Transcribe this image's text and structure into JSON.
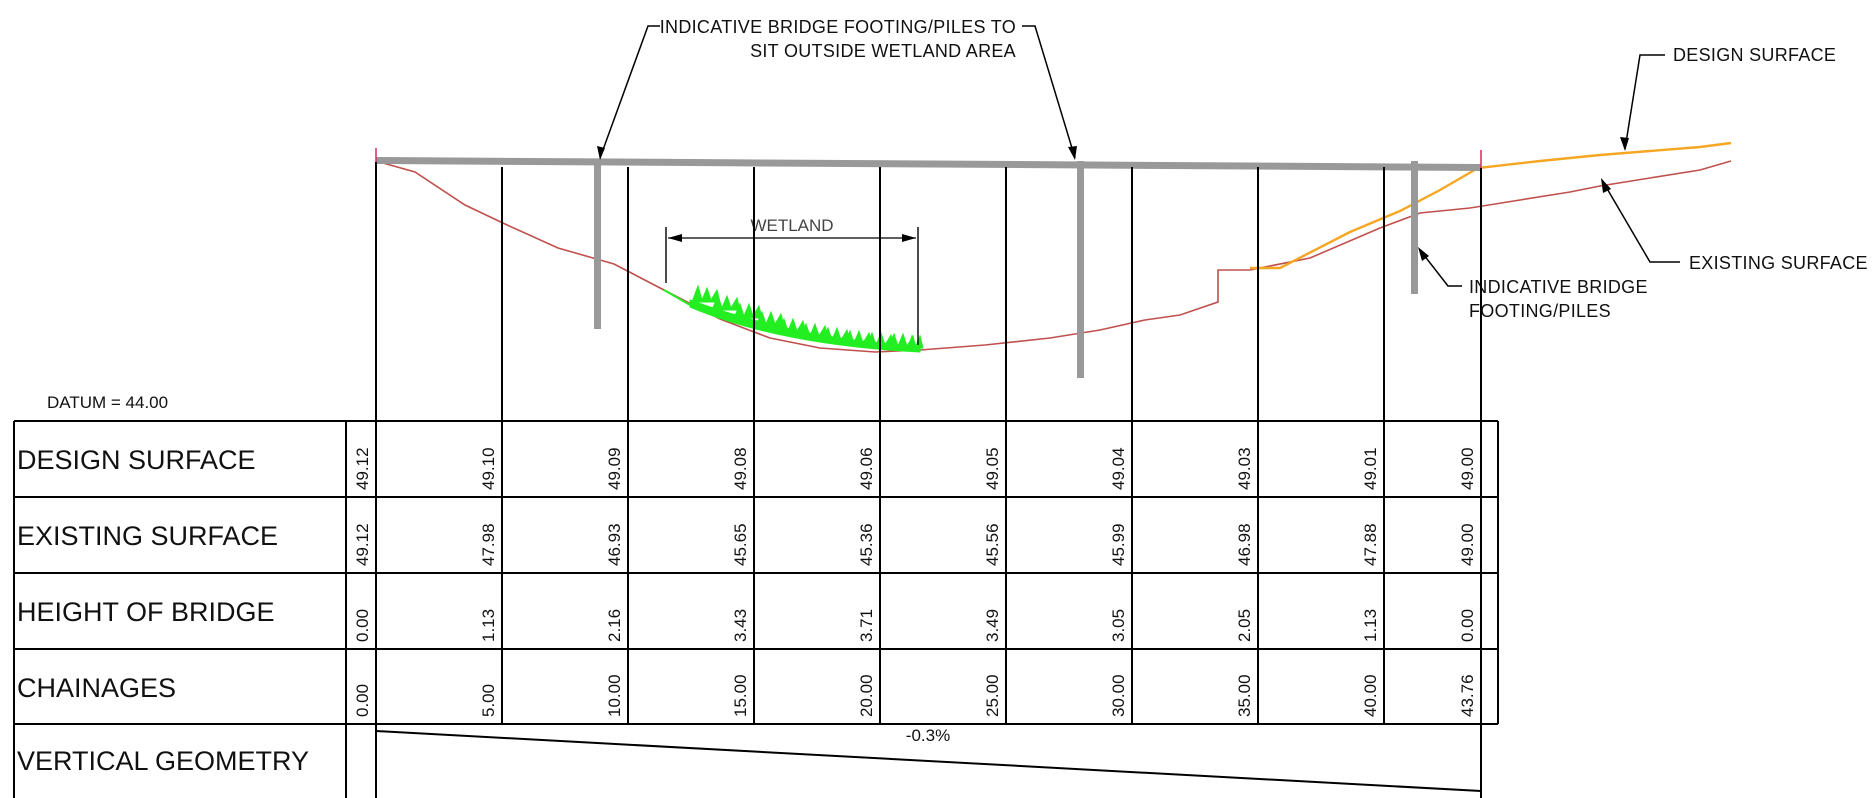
{
  "datum_label": "DATUM = 44.00",
  "annotations": {
    "top_footing_line1": "INDICATIVE BRIDGE FOOTING/PILES TO",
    "top_footing_line2": "SIT OUTSIDE WETLAND AREA",
    "design_surface": "DESIGN SURFACE",
    "existing_surface": "EXISTING SURFACE",
    "right_footing_line1": "INDICATIVE BRIDGE",
    "right_footing_line2": "FOOTING/PILES",
    "wetland": "WETLAND"
  },
  "rows": [
    {
      "label": "DESIGN SURFACE",
      "values": [
        "49.12",
        "49.10",
        "49.09",
        "49.08",
        "49.06",
        "49.05",
        "49.04",
        "49.03",
        "49.01",
        "49.00"
      ]
    },
    {
      "label": "EXISTING SURFACE",
      "values": [
        "49.12",
        "47.98",
        "46.93",
        "45.65",
        "45.36",
        "45.56",
        "45.99",
        "46.98",
        "47.88",
        "49.00"
      ]
    },
    {
      "label": "HEIGHT OF BRIDGE",
      "values": [
        "0.00",
        "1.13",
        "2.16",
        "3.43",
        "3.71",
        "3.49",
        "3.05",
        "2.05",
        "1.13",
        "0.00"
      ]
    },
    {
      "label": "CHAINAGES",
      "values": [
        "0.00",
        "5.00",
        "10.00",
        "15.00",
        "20.00",
        "25.00",
        "30.00",
        "35.00",
        "40.00",
        "43.76"
      ]
    },
    {
      "label": "VERTICAL GEOMETRY",
      "values": []
    }
  ],
  "vertical_geometry_grade": "-0.3%",
  "colors": {
    "bridge_deck": "#999999",
    "existing_surface": "#c0504d",
    "design_surface": "#f5a623",
    "wetland": "#22ee22",
    "set_out_marks": "#e0245e"
  }
}
